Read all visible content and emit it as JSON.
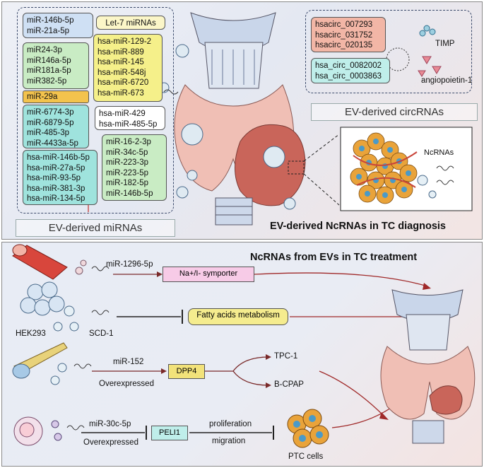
{
  "top": {
    "mirna_boxes": {
      "blue": [
        "miR-146b-5p",
        "miR-21a-5p"
      ],
      "let7_title": "Let-7 miRNAs",
      "green1": [
        "miR24-3p",
        "miR146a-5p",
        "miR181a-5p",
        "miR382-5p"
      ],
      "yellow": [
        "hsa-miR-129-2",
        "hsa-miR-889",
        "hsa-miR-145",
        "hsa-miR-548j",
        "hsa-miR-6720",
        "hsa-miR-673"
      ],
      "mir29a": "miR-29a",
      "teal1": [
        "miR-6774-3p",
        "miR-6879-5p",
        "miR-485-3p",
        "miR-4433a-5p"
      ],
      "white": [
        "hsa-miR-429",
        "hsa-miR-485-5p"
      ],
      "teal2": [
        "hsa-miR-146b-5p",
        "hsa-miR-27a-5p",
        "hsa-miR-93-5p",
        "hsa-miR-381-3p",
        "hsa-miR-134-5p"
      ],
      "green2": [
        "miR-16-2-3p",
        "miR-34c-5p",
        "miR-223-3p",
        "miR-223-5p",
        "miR-182-5p",
        "miR-146b-5p"
      ]
    },
    "mirna_label": "EV-derived miRNAs",
    "circ_boxes": {
      "red": [
        "hsacirc_007293",
        "hsacirc_031752",
        "hsacirc_020135"
      ],
      "teal": [
        "hsa_circ_0082002",
        "hsa_circ_0003863"
      ],
      "timp": "TIMP",
      "angiopoietin": "angiopoietin-1"
    },
    "circ_label": "EV-derived circRNAs",
    "ncrnas": "NcRNAs",
    "title": "EV-derived NcRNAs in TC diagnosis"
  },
  "bottom": {
    "title": "NcRNAs from EVs in TC treatment",
    "row1": {
      "mirna": "miR-1296-5p",
      "target": "Na+/I- symporter"
    },
    "row2": {
      "cell": "HEK293",
      "gene": "SCD-1",
      "target": "Fatty acids metabolism"
    },
    "row3": {
      "mirna": "miR-152",
      "note": "Overexpressed",
      "target": "DPP4",
      "out1": "TPC-1",
      "out2": "B-CPAP"
    },
    "row4": {
      "mirna": "miR-30c-5p",
      "note": "Overexpressed",
      "target": "PELI1",
      "effect1": "proliferation",
      "effect2": "migration",
      "cells": "PTC cells"
    }
  },
  "colors": {
    "blue": "#cfe0f4",
    "green": "#c9ecc4",
    "yellow": "#f5f08a",
    "orange": "#f3c34d",
    "teal": "#9fe3dd",
    "red": "#f2b6a6",
    "pink": "#f7cbe7",
    "dpp4": "#f2e27a"
  }
}
